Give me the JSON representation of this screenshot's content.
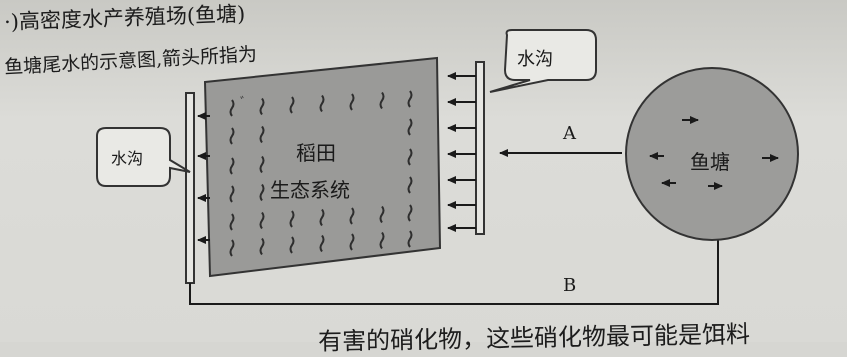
{
  "text": {
    "line1": "·)高密度水产养殖场(鱼塘)",
    "line2": "鱼塘尾水的示意图,箭头所指为",
    "line3": "有害的硝化物，这些硝化物最可能是饵料"
  },
  "diagram": {
    "field_label_1": "稻田",
    "field_label_2": "生态系统",
    "pond_label": "鱼塘",
    "ditch_right_label": "水沟",
    "ditch_left_label": "水沟",
    "flow_a_label": "A",
    "flow_b_label": "B"
  }
}
